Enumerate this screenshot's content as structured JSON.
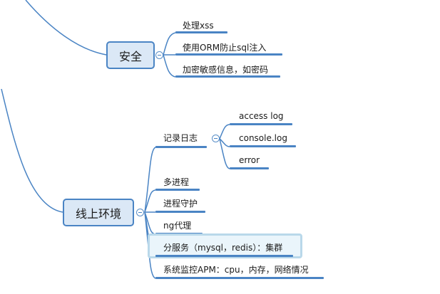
{
  "nodes": {
    "anquan": "安全",
    "xianshang": "线上环境",
    "jilurizhi": "记录日志"
  },
  "leaves": {
    "xss": "处理xss",
    "orm": "使用ORM防止sql注入",
    "encrypt": "加密敏感信息，如密码",
    "access": "access log",
    "console": "console.log",
    "error": "error",
    "multiproc": "多进程",
    "guard": "进程守护",
    "ng": "ng代理",
    "split": "分服务（mysql，redis）：集群",
    "apm": "系统监控APM：cpu，内存，网络情况"
  },
  "colors": {
    "line": "#4a84c4",
    "topic_fill": "#dbe8f6",
    "topic_border": "#4a84c4",
    "selected_border": "#b9d8ea",
    "selected_fill": "#eaf5fb"
  }
}
